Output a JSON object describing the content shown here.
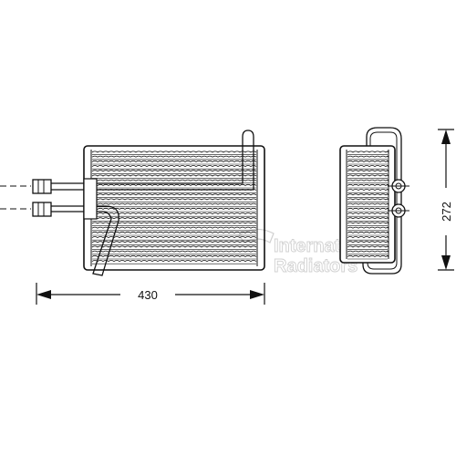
{
  "dimensions": {
    "width_label": "430",
    "height_label": "272"
  },
  "watermark": {
    "line1": "International",
    "line2": "Radiators"
  },
  "colors": {
    "ink": "#111111",
    "watermark": "#d0d0d0"
  }
}
